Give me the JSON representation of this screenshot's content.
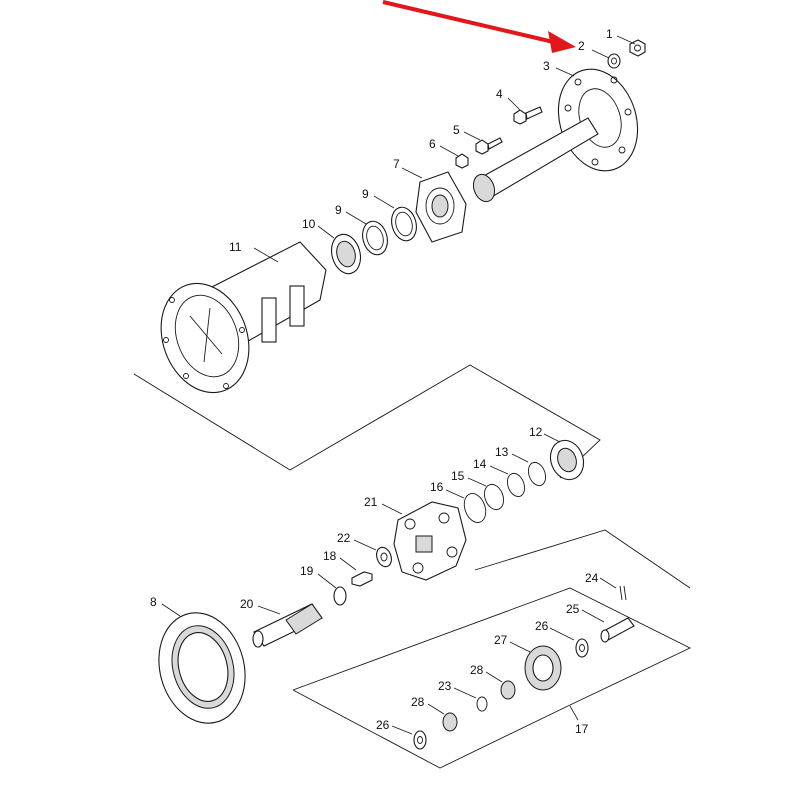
{
  "diagram": {
    "accent_color": "#e3161b",
    "callouts": [
      {
        "id": "c1",
        "text": "1"
      },
      {
        "id": "c2",
        "text": "2"
      },
      {
        "id": "c3",
        "text": "3"
      },
      {
        "id": "c4",
        "text": "4"
      },
      {
        "id": "c5",
        "text": "5"
      },
      {
        "id": "c6",
        "text": "6"
      },
      {
        "id": "c7",
        "text": "7"
      },
      {
        "id": "c9a",
        "text": "9"
      },
      {
        "id": "c9b",
        "text": "9"
      },
      {
        "id": "c10",
        "text": "10"
      },
      {
        "id": "c11",
        "text": "11"
      },
      {
        "id": "c12",
        "text": "12"
      },
      {
        "id": "c13",
        "text": "13"
      },
      {
        "id": "c14",
        "text": "14"
      },
      {
        "id": "c15",
        "text": "15"
      },
      {
        "id": "c16",
        "text": "16"
      },
      {
        "id": "c21",
        "text": "21"
      },
      {
        "id": "c22",
        "text": "22"
      },
      {
        "id": "c18",
        "text": "18"
      },
      {
        "id": "c19",
        "text": "19"
      },
      {
        "id": "c8",
        "text": "8"
      },
      {
        "id": "c20",
        "text": "20"
      },
      {
        "id": "c24",
        "text": "24"
      },
      {
        "id": "c25",
        "text": "25"
      },
      {
        "id": "c26a",
        "text": "26"
      },
      {
        "id": "c27",
        "text": "27"
      },
      {
        "id": "c28a",
        "text": "28"
      },
      {
        "id": "c23",
        "text": "23"
      },
      {
        "id": "c28b",
        "text": "28"
      },
      {
        "id": "c26b",
        "text": "26"
      },
      {
        "id": "c17",
        "text": "17"
      }
    ]
  }
}
